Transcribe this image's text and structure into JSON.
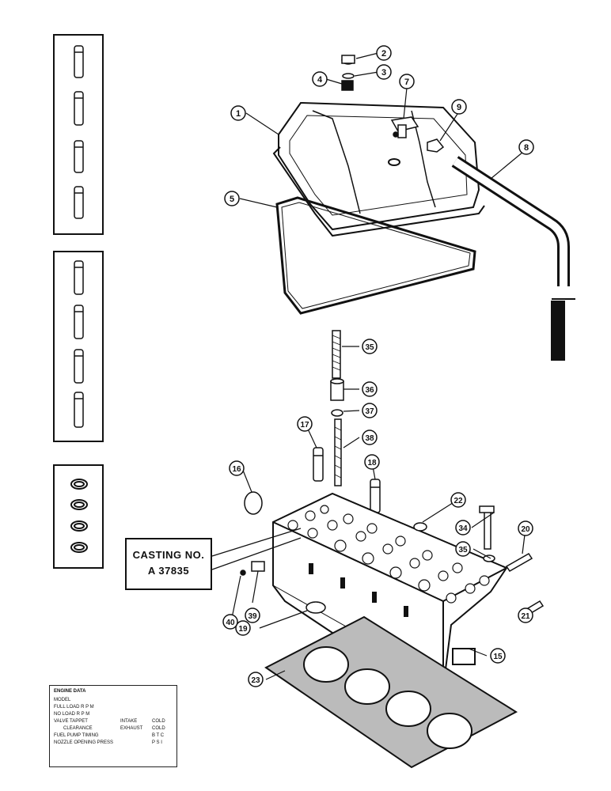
{
  "callouts": [
    "1",
    "2",
    "3",
    "4",
    "5",
    "7",
    "8",
    "9",
    "15",
    "16",
    "17",
    "18",
    "19",
    "20",
    "21",
    "22",
    "23",
    "34",
    "35",
    "35",
    "36",
    "37",
    "38",
    "39",
    "40"
  ],
  "casting_label": {
    "line1": "CASTING NO.",
    "line2": "A  37835"
  },
  "engine_data": {
    "title": "ENGINE DATA",
    "rows": [
      {
        "label": "MODEL",
        "mid": "",
        "val": ""
      },
      {
        "label": "FULL LOAD R P M",
        "mid": "",
        "val": ""
      },
      {
        "label": "NO LOAD R P M",
        "mid": "",
        "val": ""
      },
      {
        "label": "VALVE TAPPET",
        "mid": "INTAKE",
        "val": "COLD"
      },
      {
        "label": "CLEARANCE",
        "mid": "EXHAUST",
        "val": "COLD",
        "indent": true
      },
      {
        "label": "FUEL PUMP TIMING",
        "mid": "",
        "val": "B T C"
      },
      {
        "label": "NOZZLE OPENING PRESS",
        "mid": "",
        "val": "P S I"
      }
    ]
  }
}
